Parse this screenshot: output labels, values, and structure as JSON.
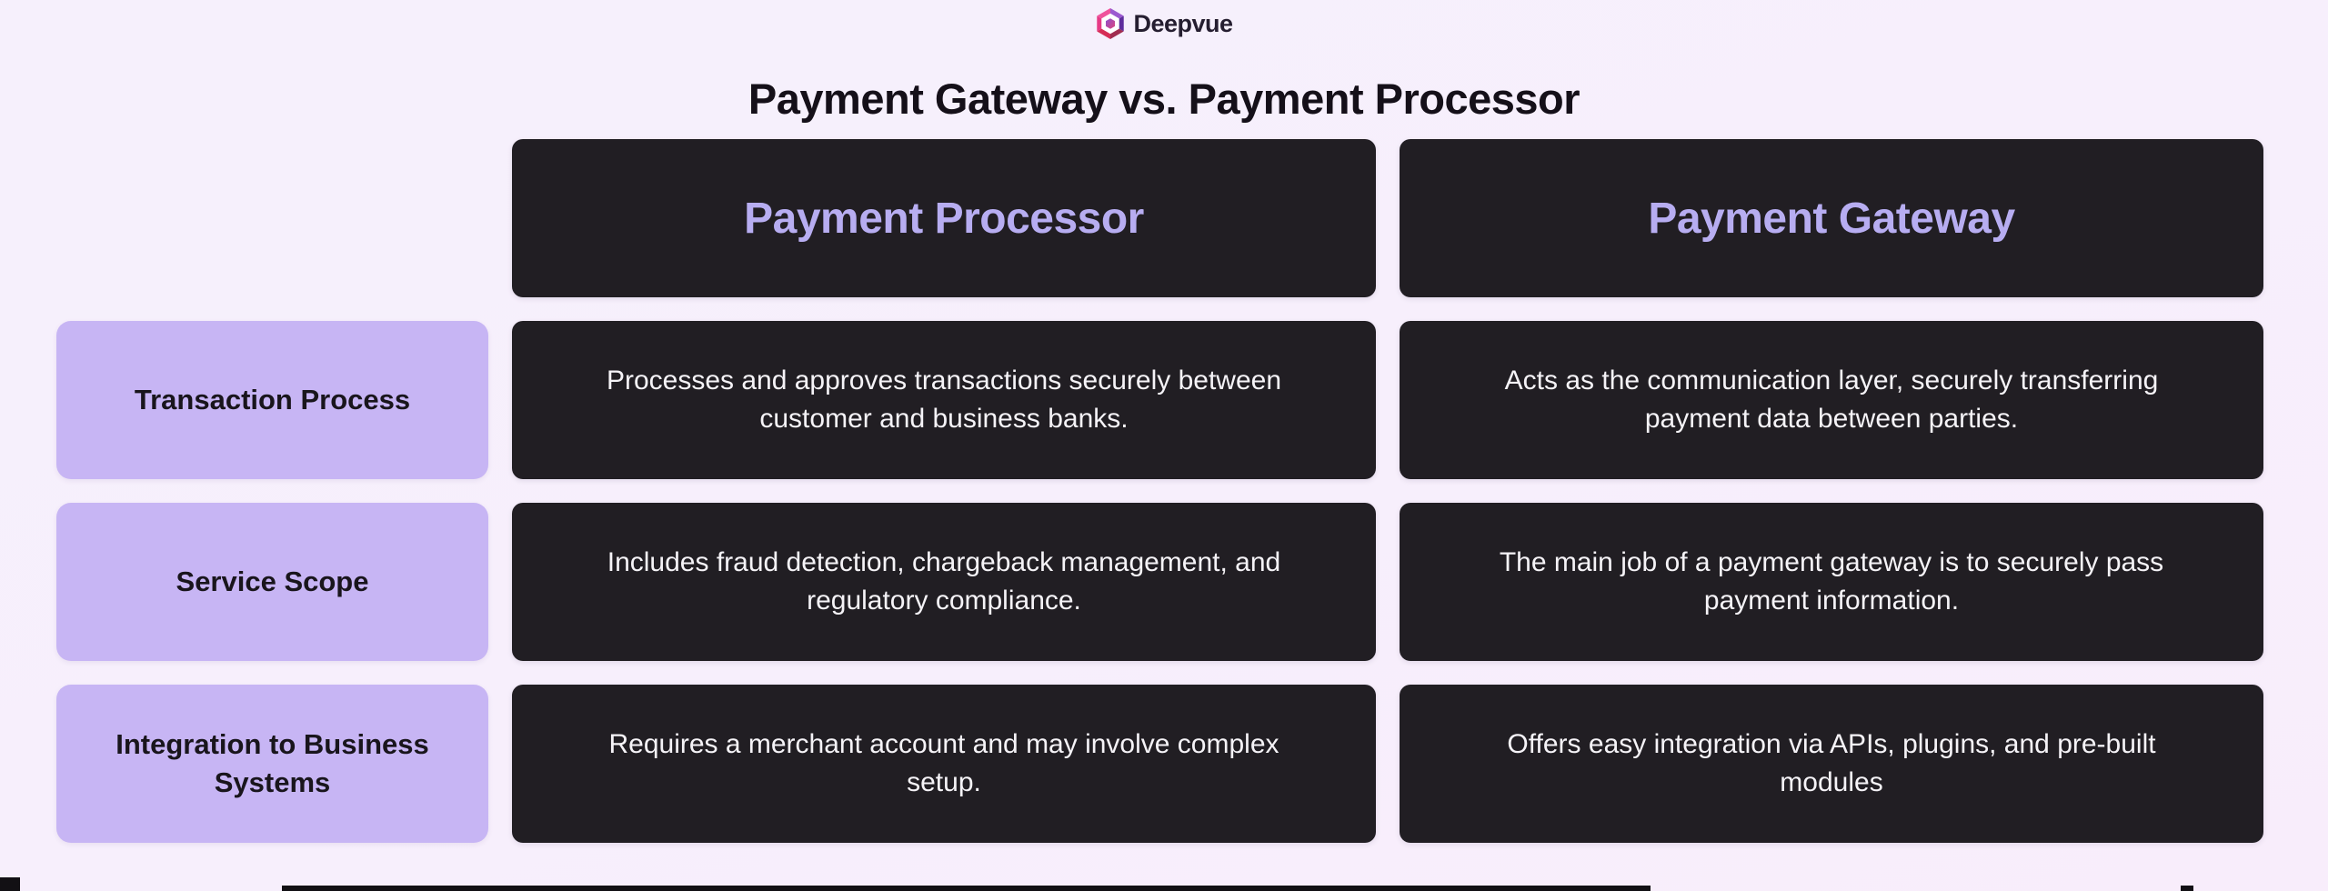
{
  "brand": {
    "name": "Deepvue",
    "logo_icon": "faceted-hexagon-logo"
  },
  "page": {
    "title": "Payment Gateway vs. Payment Processor"
  },
  "table": {
    "column_headers": {
      "processor": "Payment Processor",
      "gateway": "Payment Gateway"
    },
    "rows": [
      {
        "label": "Transaction Process",
        "processor": "Processes and approves transactions securely between customer and business banks.",
        "gateway": "Acts as the communication layer, securely transferring payment data between parties."
      },
      {
        "label": "Service Scope",
        "processor": "Includes fraud detection, chargeback management, and regulatory compliance.",
        "gateway": "The main job of a payment gateway is to securely pass payment information."
      },
      {
        "label": "Integration to Business Systems",
        "processor": "Requires a merchant account and may involve complex setup.",
        "gateway": "Offers easy integration via APIs, plugins, and pre-built modules"
      }
    ]
  },
  "colors": {
    "background": "#f6f0fc",
    "cell_dark": "#211e23",
    "cell_text": "#f5f3f7",
    "header_text": "#b7adf1",
    "label_bg": "#c7b5f4",
    "label_text": "#19151c",
    "title_text": "#151019",
    "brand_text": "#251e30",
    "artifact": "#121014",
    "logo_pink": "#ef549c",
    "logo_purple": "#8a4fd0",
    "logo_dark_purple": "#5e2d9d",
    "logo_crimson": "#d62e56"
  }
}
